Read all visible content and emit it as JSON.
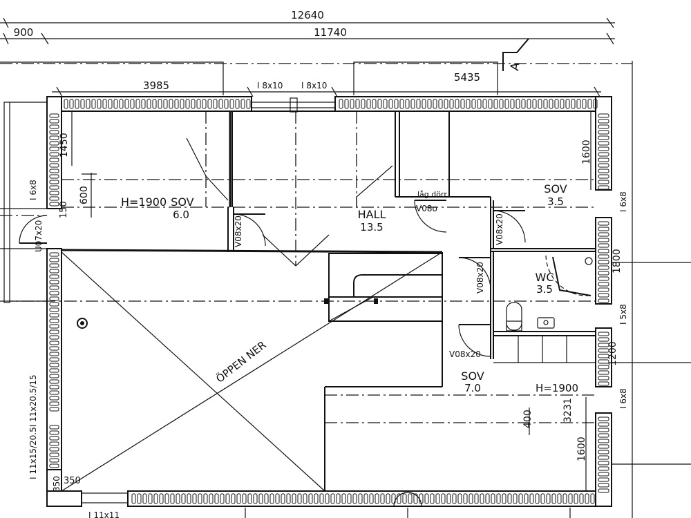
{
  "dimensions": {
    "overall_width": "12640",
    "left_offset": "900",
    "inner_width": "11740",
    "left_room_width": "3985",
    "window_left": "I 8x10",
    "window_right": "I 8x10",
    "right_room_width": "5435",
    "dim_1450": "1450",
    "dim_600": "600",
    "dim_1600_top": "1600",
    "dim_1800": "1800",
    "dim_1200": "1200",
    "dim_3231": "3231",
    "dim_400": "400",
    "dim_1600_bottom": "1600",
    "dim_350": "350",
    "dim_350b": "350",
    "dim_150": "150"
  },
  "section_marker": "A",
  "rooms": [
    {
      "id": "sov-left",
      "name": "SOV",
      "area": "6.0",
      "prefix": "H=1900"
    },
    {
      "id": "hall",
      "name": "HALL",
      "area": "13.5"
    },
    {
      "id": "sov-right",
      "name": "SOV",
      "area": "3.5"
    },
    {
      "id": "wc",
      "name": "WC",
      "area": "3.5"
    },
    {
      "id": "sov-bottom",
      "name": "SOV",
      "area": "7.0",
      "height_note": "H=1900"
    }
  ],
  "openings": {
    "low_door": "låg dörr",
    "v08_hall": "V08o",
    "v08x20_left": "V08x20",
    "v08x20_right": "V08x20",
    "v08x20_wc": "V08x20",
    "v08x20_bottom": "V08x20",
    "u07x20": "U07x20",
    "win_6x8_left": "I 6x8",
    "win_6x8_right": "I 6x8",
    "win_5x8": "I 5x8",
    "win_6x8_lower": "I 6x8",
    "win_side_left": "I 11x15/20.5I 11x20.5/15",
    "win_bottom": "I 11x11"
  },
  "void_label": "ÖPPEN NER"
}
